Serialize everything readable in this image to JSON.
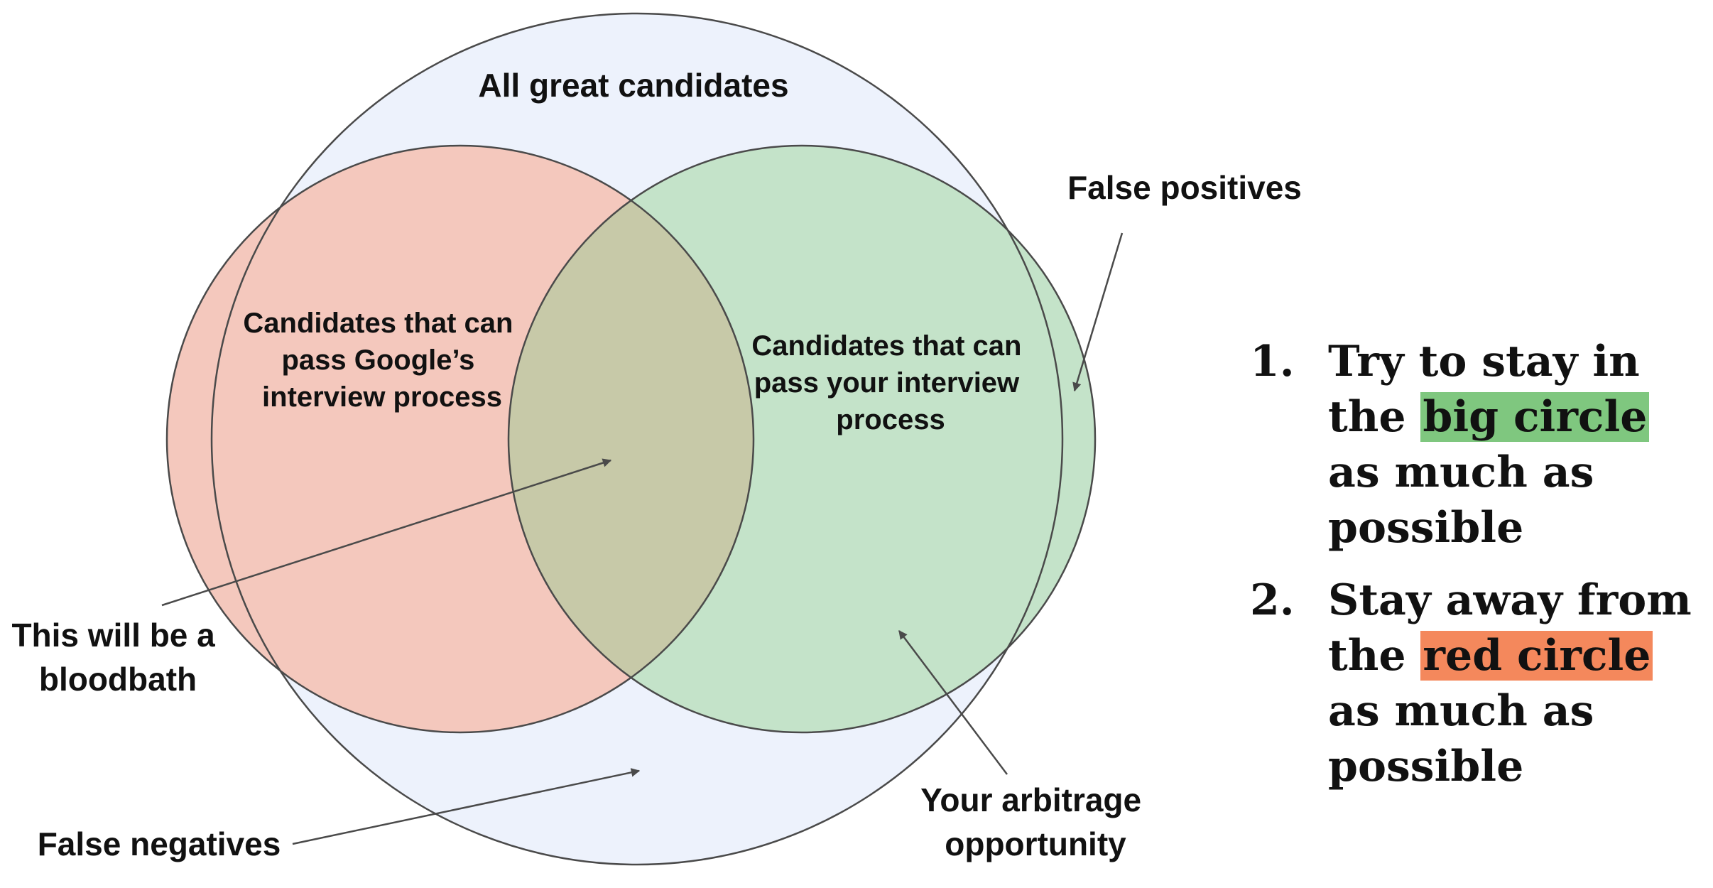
{
  "colors": {
    "big_circle_fill": "#edf2fc",
    "red_circle_fill": "#f4c8bd",
    "green_circle_fill": "#c4e3c9",
    "overlap_fill": "#c7c9a8",
    "outline": "#4a4a4a",
    "highlight_green": "#7fc77f",
    "highlight_orange": "#f4885c"
  },
  "diagram": {
    "big_circle_label": "All great candidates",
    "red_circle_label": [
      "Candidates that can",
      "pass Google’s",
      "interview process"
    ],
    "green_circle_label": [
      "Candidates that can",
      "pass your interview",
      "process"
    ],
    "false_positives": "False positives",
    "bloodbath": [
      "This will be a",
      "bloodbath"
    ],
    "false_negatives": "False negatives",
    "arbitrage": [
      "Your arbitrage",
      "opportunity"
    ]
  },
  "list": [
    {
      "num": "1.",
      "before": "Try to stay in the ",
      "highlight": "big circle",
      "after": " as much as possible"
    },
    {
      "num": "2.",
      "before": "Stay away from the ",
      "highlight": "red circle",
      "after": " as much as possible"
    }
  ]
}
